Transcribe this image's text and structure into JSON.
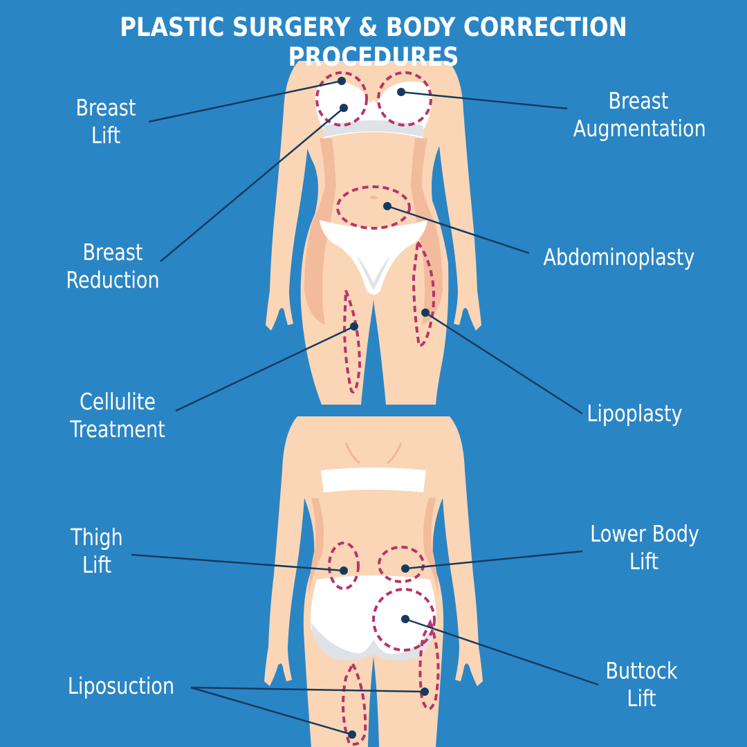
{
  "title": "PLASTIC SURGERY & BODY CORRECTION PROCEDURES",
  "colors": {
    "background": "#2a85c5",
    "skin": "#fad6b6",
    "skin_shadow": "#f0b796",
    "underwear": "#ffffff",
    "underwear_shadow": "#dfe3e8",
    "dashed_outline": "#b8336a",
    "pointer": "#163a5f",
    "text": "#ffffff"
  },
  "labels": {
    "breast_lift": [
      "Breast",
      "Lift"
    ],
    "breast_augmentation": [
      "Breast",
      "Augmentation"
    ],
    "breast_reduction": [
      "Breast",
      "Reduction"
    ],
    "abdominoplasty": [
      "Abdominoplasty"
    ],
    "cellulite_treatment": [
      "Cellulite",
      "Treatment"
    ],
    "lipoplasty": [
      "Lipoplasty"
    ],
    "thigh_lift": [
      "Thigh",
      "Lift"
    ],
    "lower_body_lift": [
      "Lower Body",
      "Lift"
    ],
    "liposuction": [
      "Liposuction"
    ],
    "buttock_lift": [
      "Buttock",
      "Lift"
    ]
  }
}
